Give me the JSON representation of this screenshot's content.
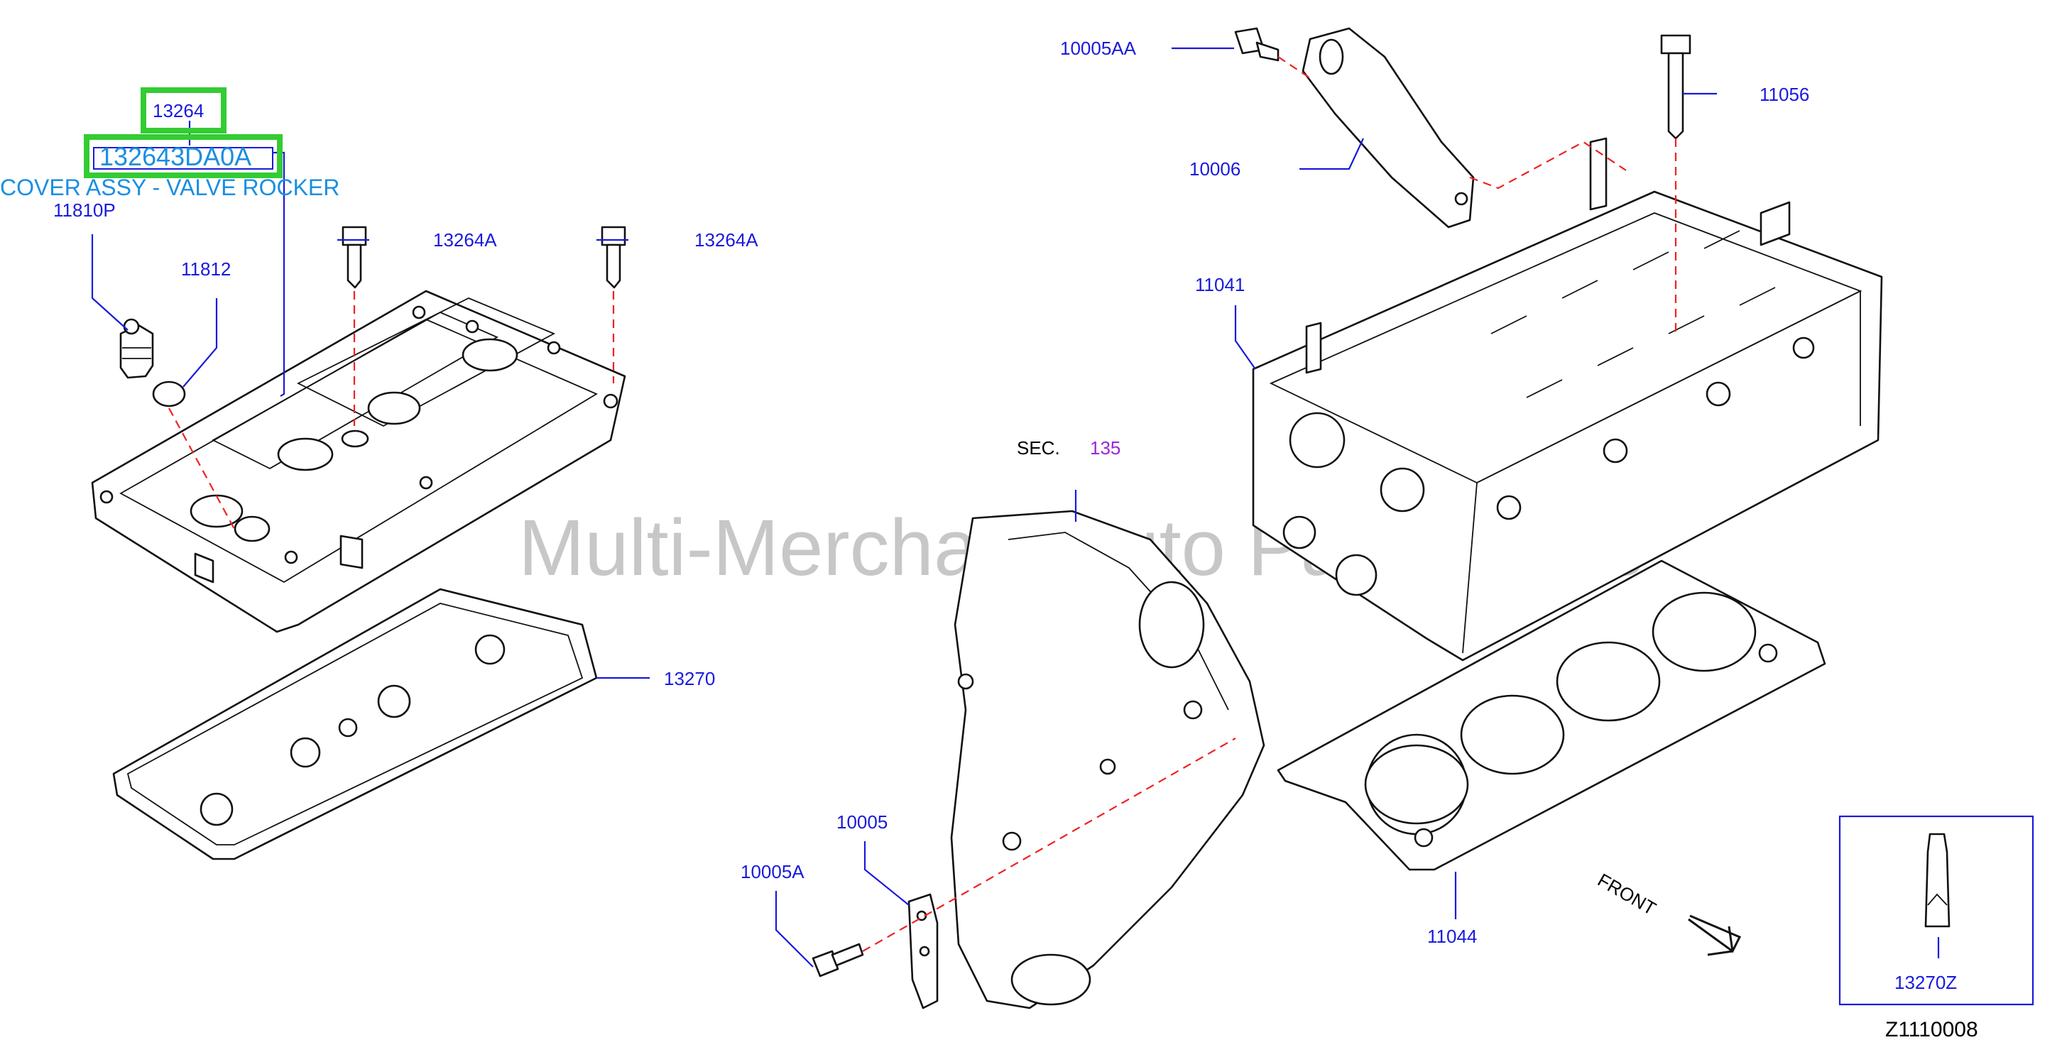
{
  "watermark": "Multi-Merchant Auto Parts Store",
  "diagram_code": "Z1110008",
  "highlighted": {
    "part_no": "13264",
    "oem_no": "132643DA0A",
    "description": "COVER ASSY - VALVE ROCKER"
  },
  "callouts": {
    "c11810P": "11810P",
    "c11812": "11812",
    "c13264A_1": "13264A",
    "c13264A_2": "13264A",
    "c13270": "13270",
    "c10005AA": "10005AA",
    "c10006": "10006",
    "c11056": "11056",
    "c11041": "11041",
    "c10005": "10005",
    "c10005A": "10005A",
    "c11044": "11044",
    "c13270Z": "13270Z"
  },
  "section_ref": {
    "prefix": "SEC.",
    "number": "135"
  },
  "front_label": "FRONT",
  "colors": {
    "callout_blue": "#1a1adc",
    "highlight_green": "#33cc33",
    "link_blue": "#1a8fe0",
    "section_purple": "#9a28d8",
    "dash_red": "#ee2222"
  }
}
